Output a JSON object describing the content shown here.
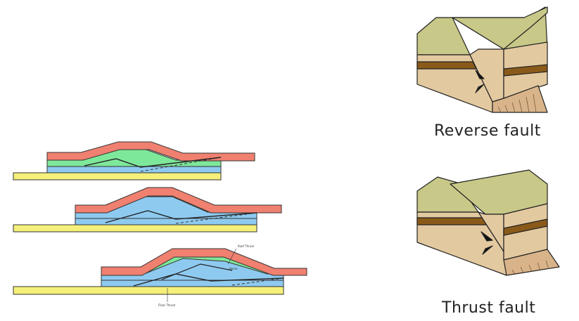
{
  "captions": {
    "reverse": "Reverse fault",
    "thrust": "Thrust fault"
  },
  "labels": {
    "roof_thrust": "Roof Thrust",
    "floor_thrust": "Floor Thrust",
    "horse": "Horse"
  },
  "colors": {
    "red_layer": "#f08070",
    "green_layer": "#7ee89a",
    "blue_layer": "#8ecaf0",
    "yellow_base": "#f5f07a",
    "rock_top": "#c8c888",
    "rock_face": "#e3c9a0",
    "rock_band": "#8a5a1a"
  }
}
